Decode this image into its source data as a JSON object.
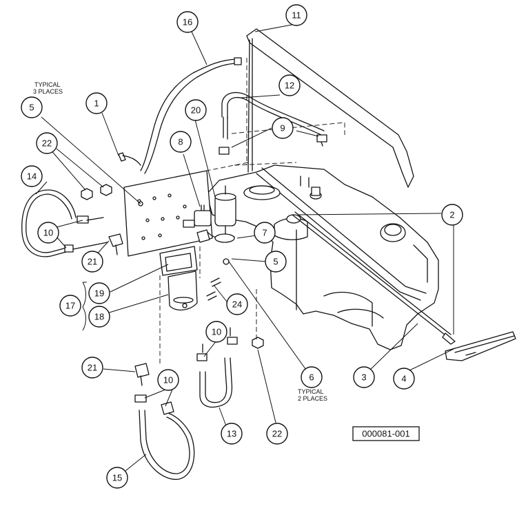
{
  "callouts": [
    "1",
    "2",
    "3",
    "4",
    "5",
    "5",
    "6",
    "7",
    "8",
    "9",
    "10",
    "10",
    "10",
    "11",
    "12",
    "13",
    "14",
    "15",
    "16",
    "17",
    "18",
    "19",
    "20",
    "21",
    "21",
    "22",
    "22",
    "24"
  ],
  "notes": {
    "typical_3_line1": "TYPICAL",
    "typical_3_line2": "3 PLACES",
    "typical_2_line1": "TYPICAL",
    "typical_2_line2": "2 PLACES"
  },
  "drawing_number": "000081-001"
}
